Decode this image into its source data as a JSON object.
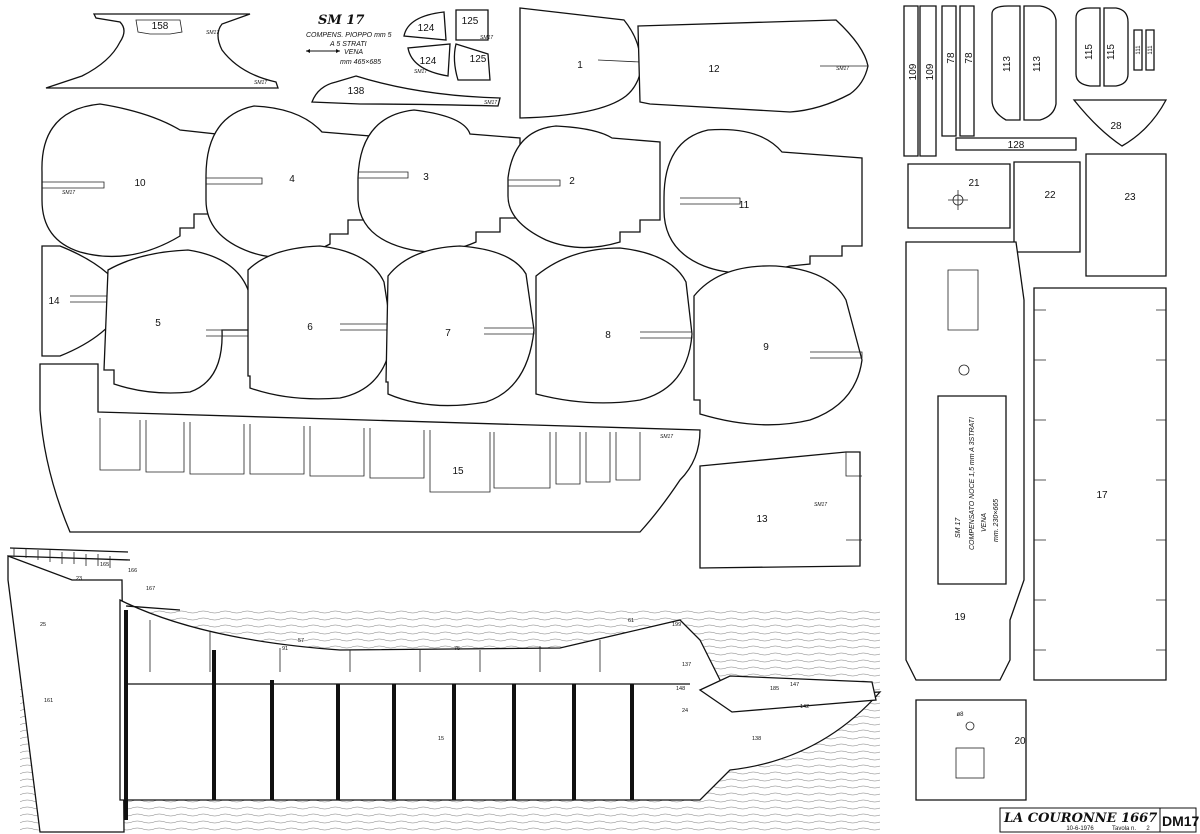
{
  "header": {
    "code": "SM 17",
    "material_line1": "COMPENS. PIOPPO mm 5",
    "material_line2": "A 5 STRATI",
    "grain": "VENA",
    "sheet_size": "mm 465×685"
  },
  "plywood_note": {
    "code": "SM 17",
    "line1": "COMPENSATO NOCE 1,5 mm A 3STRATI",
    "grain": "VENA",
    "size": "mm. 230×665"
  },
  "sheet_stamp": "SM17",
  "parts": {
    "p158": "158",
    "p124a": "124",
    "p125a": "125",
    "p124b": "124",
    "p125b": "125",
    "p138": "138",
    "p1": "1",
    "p12": "12",
    "p109a": "109",
    "p109b": "109",
    "p78a": "78",
    "p78b": "78",
    "p113a": "113",
    "p113b": "113",
    "p115a": "115",
    "p115b": "115",
    "p111a": "111",
    "p111b": "111",
    "p28": "28",
    "p128": "128",
    "p10": "10",
    "p4": "4",
    "p3": "3",
    "p2": "2",
    "p11": "11",
    "p21": "21",
    "p22": "22",
    "p23": "23",
    "p14": "14",
    "p5": "5",
    "p6": "6",
    "p7": "7",
    "p8": "8",
    "p9": "9",
    "p15": "15",
    "p13": "13",
    "p17": "17",
    "p19": "19",
    "p20": "20",
    "p20hole": "ø8"
  },
  "section_labels": {
    "l165": "165",
    "l166": "166",
    "l167": "167",
    "l23": "23",
    "l25": "25",
    "l57": "57",
    "l91": "91",
    "l75": "75",
    "l199": "199",
    "l61": "61",
    "l137": "137",
    "l148": "148",
    "l185": "185",
    "l147": "147",
    "l142": "142",
    "l138": "138",
    "l15": "15",
    "l24": "24",
    "l161": "161"
  },
  "title_block": {
    "title": "LA COURONNE 1667",
    "code": "DM17",
    "date": "10-6-1976",
    "table_label": "Tavola n.",
    "table_no": "2"
  }
}
